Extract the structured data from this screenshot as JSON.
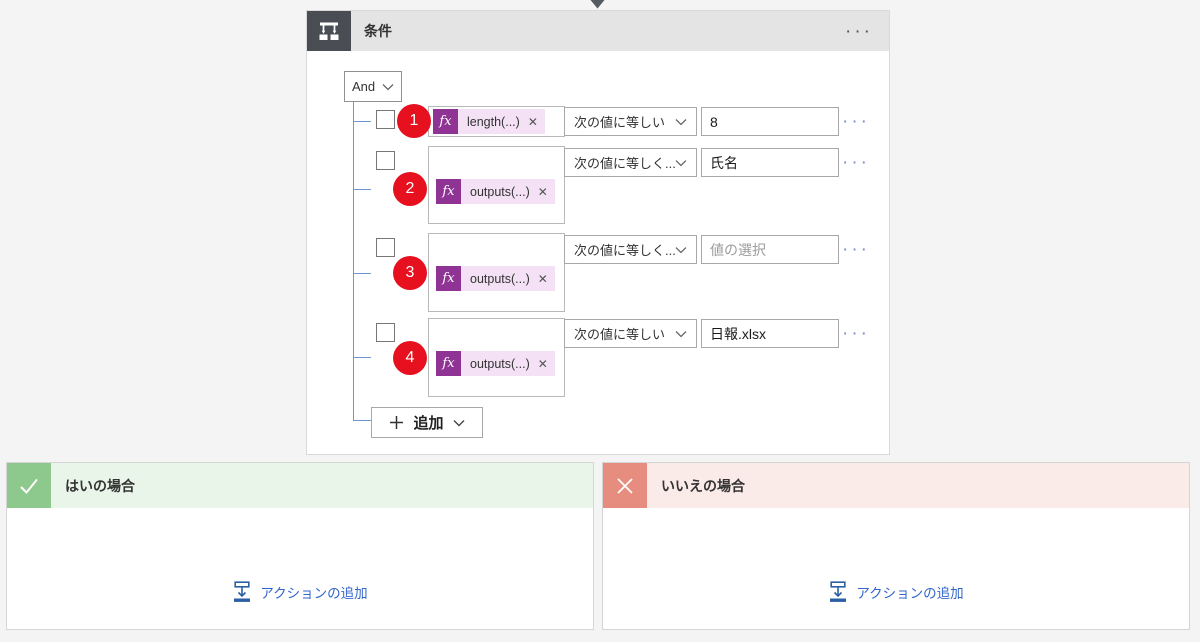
{
  "icons": {
    "ellipsis": "···",
    "close": "✕"
  },
  "condition_card": {
    "title": "条件",
    "join_operator": "And",
    "fx": "fx",
    "rows": [
      {
        "badge": "1",
        "token": "length(...)",
        "operator": "次の値に等しい",
        "value": "8",
        "placeholder": ""
      },
      {
        "badge": "2",
        "token": "outputs(...)",
        "operator": "次の値に等しく...",
        "value": "氏名",
        "placeholder": ""
      },
      {
        "badge": "3",
        "token": "outputs(...)",
        "operator": "次の値に等しく...",
        "value": "",
        "placeholder": "値の選択"
      },
      {
        "badge": "4",
        "token": "outputs(...)",
        "operator": "次の値に等しい",
        "value": "日報.xlsx",
        "placeholder": ""
      }
    ],
    "add_button_label": "追加"
  },
  "branches": {
    "yes": {
      "title": "はいの場合",
      "add_action": "アクションの追加"
    },
    "no": {
      "title": "いいえの場合",
      "add_action": "アクションの追加"
    }
  },
  "colors": {
    "accent_purple": "#8f3494",
    "pill_bg": "#f4e1f5",
    "badge_red": "#e6101f",
    "tree_blue": "#6f96cf",
    "link_blue": "#3366cc",
    "yes_green": "#8dc88d",
    "no_red": "#e78d80"
  }
}
